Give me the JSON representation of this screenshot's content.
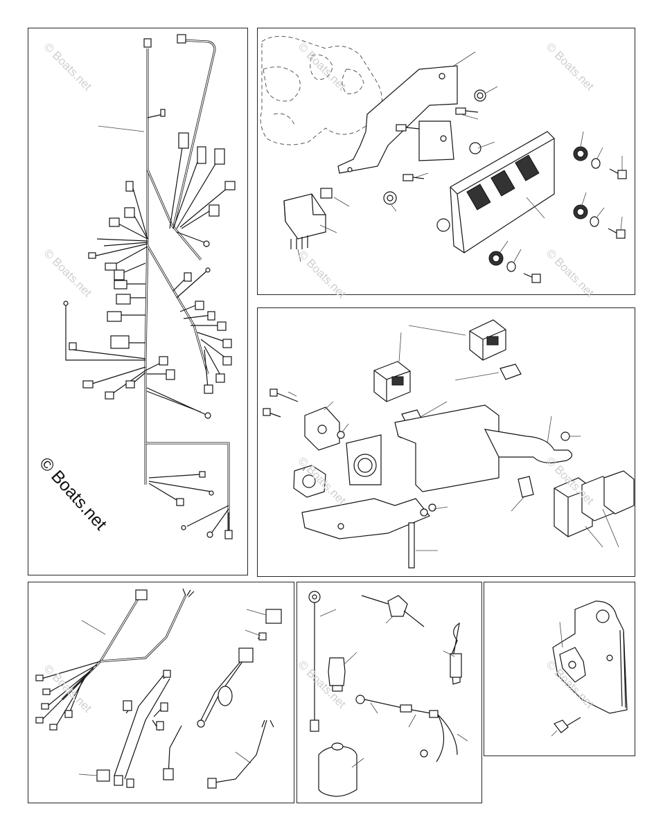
{
  "watermark": {
    "text": "© Boats.net",
    "color": "#cfcfcf"
  },
  "copyright_mark": "© Boats.net",
  "panels": [
    {
      "id": "main-harness"
    },
    {
      "id": "ecm-bracket"
    },
    {
      "id": "relay-bracket"
    },
    {
      "id": "engine-harness"
    },
    {
      "id": "sensors"
    },
    {
      "id": "mount-plate"
    }
  ]
}
